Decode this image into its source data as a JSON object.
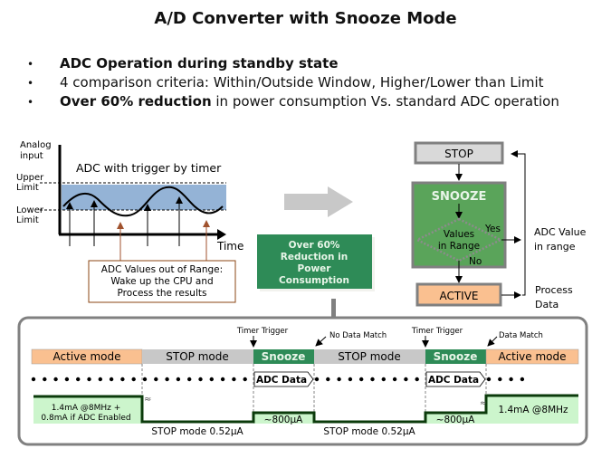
{
  "title": "A/D Converter with Snooze Mode",
  "bullets": [
    {
      "bold": "ADC Operation during standby state",
      "rest": ""
    },
    {
      "bold": "",
      "rest": "4 comparison criteria: Within/Outside Window, Higher/Lower than Limit"
    },
    {
      "bold": "Over 60% reduction",
      "rest": " in power consumption Vs. standard ADC operation"
    }
  ],
  "waveform_panel": {
    "y_axis_label_line1": "Analog",
    "y_axis_label_line2": "input",
    "subtitle": "ADC with trigger by timer",
    "upper_limit_line1": "Upper",
    "upper_limit_line2": "Limit",
    "lower_limit_line1": "Lower",
    "lower_limit_line2": "Limit",
    "x_axis_label": "Time",
    "callout_line1": "ADC Values out of Range:",
    "callout_line2": "Wake up the CPU and",
    "callout_line3": "Process the results",
    "colors": {
      "band": "#94b3d6",
      "out_of_range_arrow": "#a0522d",
      "callout_border": "#8b4513"
    }
  },
  "reduction_badge": {
    "line1": "Over 60%",
    "line2": "Reduction in",
    "line3": "Power",
    "line4": "Consumption",
    "color": "#2e8b57"
  },
  "flowchart": {
    "stop_label": "STOP",
    "snooze_label": "SNOOZE",
    "decision_line1": "Values",
    "decision_line2": "in Range",
    "yes_label": "Yes",
    "no_label": "No",
    "active_label": "ACTIVE",
    "adc_value_line1": "ADC Value",
    "adc_value_line2": "in range",
    "process_line1": "Process",
    "process_line2": "Data",
    "colors": {
      "stop": "#d9d9d9",
      "snooze": "#5aa45a",
      "active": "#fac090",
      "border": "#808080"
    }
  },
  "timeline": {
    "modes": [
      {
        "label": "Active mode",
        "type": "active"
      },
      {
        "label": "STOP mode",
        "type": "stop"
      },
      {
        "label": "Snooze",
        "type": "snooze"
      },
      {
        "label": "STOP mode",
        "type": "stop"
      },
      {
        "label": "Snooze",
        "type": "snooze"
      },
      {
        "label": "Active mode",
        "type": "active"
      }
    ],
    "annotations": {
      "timer_trigger_1": "Timer Trigger",
      "no_data_match": "No Data Match",
      "timer_trigger_2": "Timer Trigger",
      "data_match": "Data Match"
    },
    "adc_data_label": "ADC Data",
    "currents": {
      "active_start_line1": "1.4mA @8MHz +",
      "active_start_line2": "0.8mA if ADC Enabled",
      "stop": "STOP mode 0.52μA",
      "snooze": "~800μA",
      "active_end": "1.4mA @8MHz"
    },
    "colors": {
      "active": "#fac090",
      "stop": "#c8c8c8",
      "snooze": "#2e8b57",
      "current_fill": "#ccf5cc",
      "current_line": "#0b3b0b"
    }
  }
}
